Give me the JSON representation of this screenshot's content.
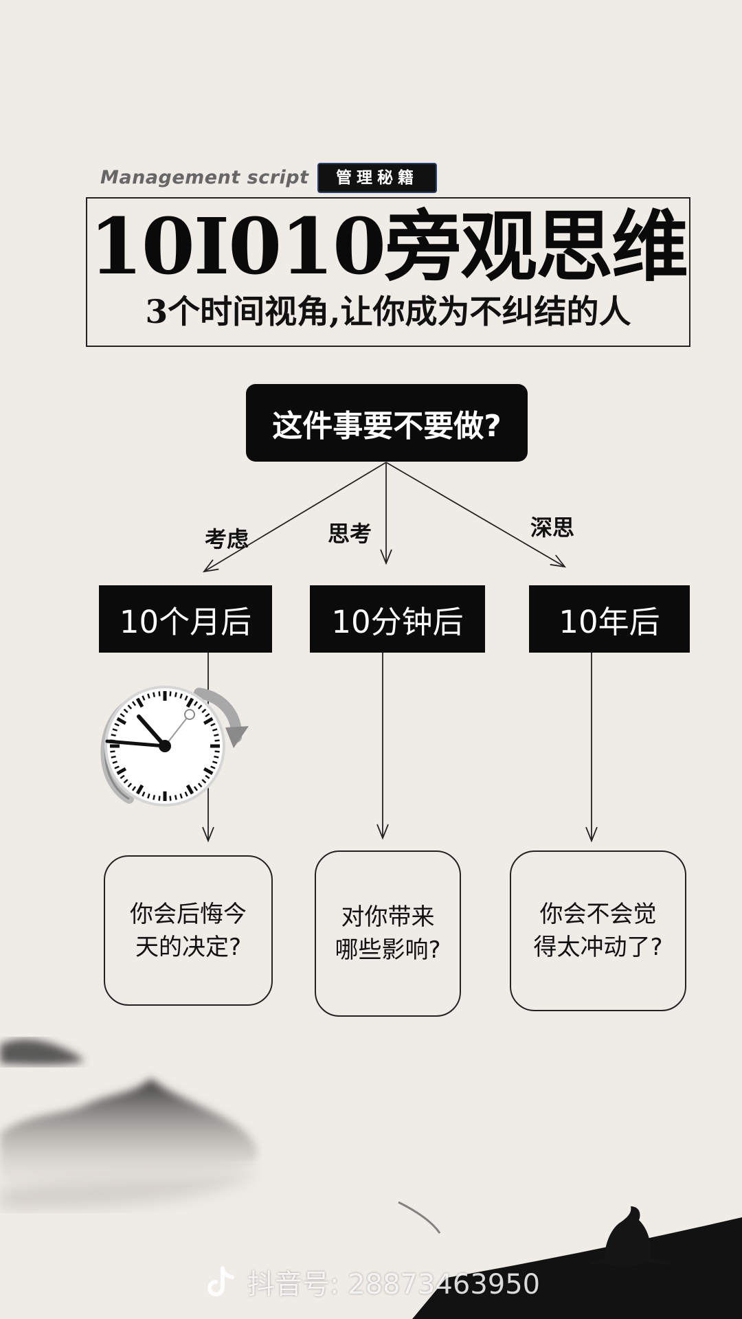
{
  "header": {
    "subtitle_en": "Management script",
    "tag": "管理秘籍",
    "title": "10I010旁观思维",
    "subtitle": "3个时间视角,让你成为不纠结的人"
  },
  "question": "这件事要不要做?",
  "branches": [
    {
      "label": "考虑",
      "time": "10个月后",
      "answer_lines": [
        "你会后悔今",
        "天的决定?"
      ]
    },
    {
      "label": "思考",
      "time": "10分钟后",
      "answer_lines": [
        "对你带来",
        "哪些影响?"
      ]
    },
    {
      "label": "深思",
      "time": "10年后",
      "answer_lines": [
        "你会不会觉",
        "得太冲动了?"
      ]
    }
  ],
  "watermark": {
    "icon": "douyin-logo-icon",
    "text": "抖音号: 28873463950"
  },
  "colors": {
    "background": "#efebe6",
    "box": "#0b0b0b",
    "text": "#111111",
    "tag_border": "#2c3f6e"
  }
}
